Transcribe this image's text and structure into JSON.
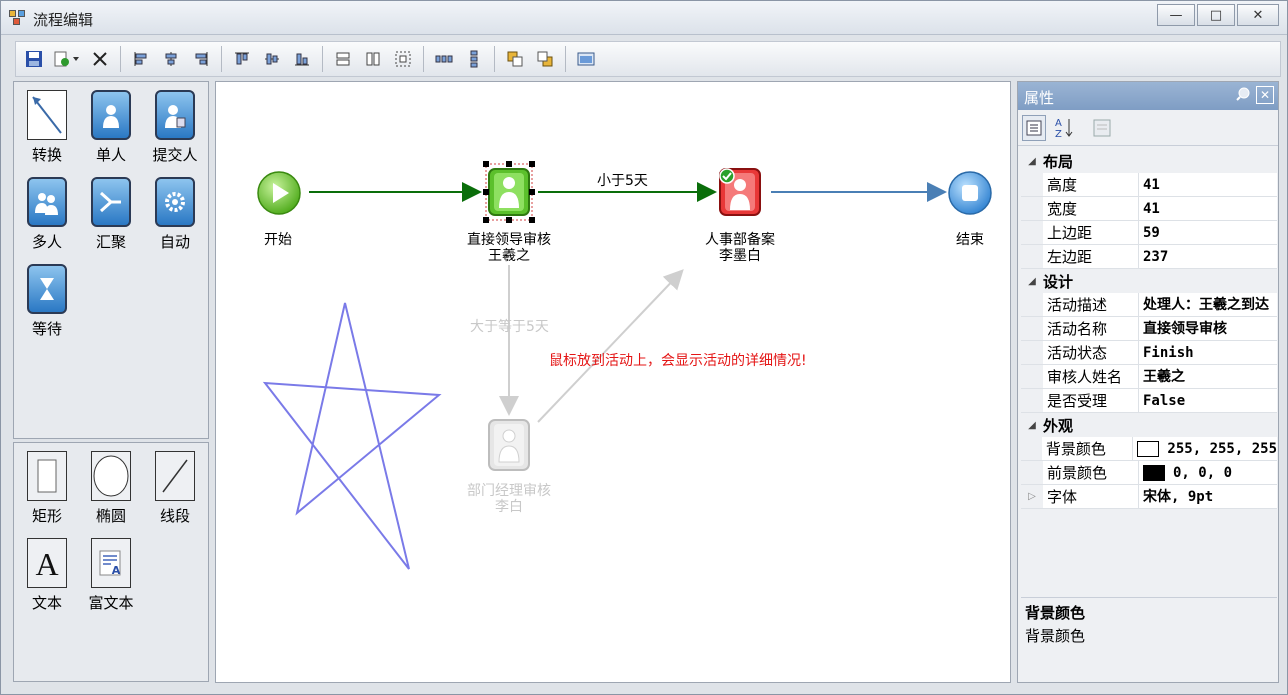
{
  "window": {
    "title": "流程编辑",
    "minimize_glyph": "—",
    "maximize_glyph": "□",
    "close_glyph": "✕"
  },
  "toolbar": {
    "icons": [
      "save-icon",
      "import-icon",
      "delete-icon",
      "align-left-icon",
      "align-center-icon",
      "align-right-icon",
      "align-top-icon",
      "align-middle-icon",
      "align-bottom-icon",
      "same-width-icon",
      "same-height-icon",
      "same-size-icon",
      "distribute-horizontal-icon",
      "distribute-vertical-icon",
      "bring-front-icon",
      "send-back-icon",
      "preview-icon"
    ]
  },
  "palette_workflow": [
    {
      "label": "转换",
      "icon": "arrow-line-icon"
    },
    {
      "label": "单人",
      "icon": "single-user-icon"
    },
    {
      "label": "提交人",
      "icon": "submitter-icon"
    },
    {
      "label": "多人",
      "icon": "multi-user-icon"
    },
    {
      "label": "汇聚",
      "icon": "merge-icon"
    },
    {
      "label": "自动",
      "icon": "auto-gear-icon"
    },
    {
      "label": "等待",
      "icon": "hourglass-icon"
    }
  ],
  "palette_shapes": [
    {
      "label": "矩形",
      "icon": "rectangle-icon"
    },
    {
      "label": "椭圆",
      "icon": "ellipse-icon"
    },
    {
      "label": "线段",
      "icon": "line-segment-icon"
    },
    {
      "label": "文本",
      "icon": "text-a-icon"
    },
    {
      "label": "富文本",
      "icon": "rich-text-icon"
    }
  ],
  "canvas": {
    "nodes": {
      "start": {
        "label": "开始"
      },
      "manager": {
        "label_line1": "直接领导审核",
        "label_line2": "王羲之"
      },
      "hr": {
        "label_line1": "人事部备案",
        "label_line2": "李墨白"
      },
      "end": {
        "label": "结束"
      },
      "dept": {
        "label_line1": "部门经理审核",
        "label_line2": "李白"
      }
    },
    "edge_labels": {
      "less_than": "小于5天",
      "greater_equal": "大于等于5天"
    },
    "hint": "鼠标放到活动上，会显示活动的详细情况!",
    "colors": {
      "flow_green": "#0a6e0a",
      "flow_blue": "#4a7fb5",
      "inactive_gray": "#cccccc",
      "star_stroke": "#7a7ae8",
      "hint_red": "#e41515"
    }
  },
  "properties": {
    "title": "属性",
    "categories": [
      {
        "name": "布局",
        "rows": [
          {
            "name": "高度",
            "value": "41"
          },
          {
            "name": "宽度",
            "value": "41"
          },
          {
            "name": "上边距",
            "value": "59"
          },
          {
            "name": "左边距",
            "value": "237"
          }
        ]
      },
      {
        "name": "设计",
        "rows": [
          {
            "name": "活动描述",
            "value": "处理人：王羲之到达"
          },
          {
            "name": "活动名称",
            "value": "直接领导审核"
          },
          {
            "name": "活动状态",
            "value": "Finish"
          },
          {
            "name": "审核人姓名",
            "value": "王羲之"
          },
          {
            "name": "是否受理",
            "value": "False"
          }
        ]
      },
      {
        "name": "外观",
        "rows": [
          {
            "name": "背景颜色",
            "value": "255, 255, 255",
            "swatch": "#ffffff"
          },
          {
            "name": "前景颜色",
            "value": "0, 0, 0",
            "swatch": "#000000"
          },
          {
            "name": "字体",
            "value": "宋体, 9pt",
            "expandable": true
          }
        ]
      }
    ],
    "description_title": "背景颜色",
    "description_text": "背景颜色"
  }
}
